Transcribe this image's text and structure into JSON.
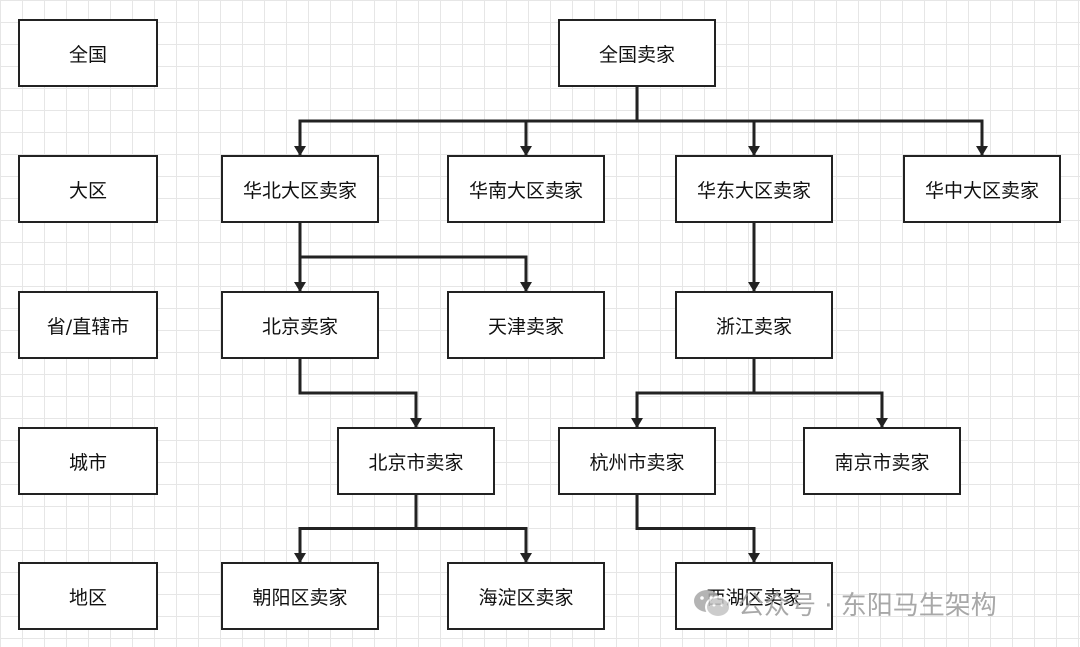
{
  "levels": {
    "national": "全国",
    "region": "大区",
    "province": "省/直辖市",
    "city": "城市",
    "district": "地区"
  },
  "nodes": {
    "national_seller": "全国卖家",
    "north_china": "华北大区卖家",
    "south_china": "华南大区卖家",
    "east_china": "华东大区卖家",
    "central_china": "华中大区卖家",
    "beijing": "北京卖家",
    "tianjin": "天津卖家",
    "zhejiang": "浙江卖家",
    "beijing_city": "北京市卖家",
    "hangzhou_city": "杭州市卖家",
    "nanjing_city": "南京市卖家",
    "chaoyang": "朝阳区卖家",
    "haidian": "海淀区卖家",
    "xihu": "西湖区卖家"
  },
  "edges": [
    [
      "national_seller",
      "north_china"
    ],
    [
      "national_seller",
      "south_china"
    ],
    [
      "national_seller",
      "east_china"
    ],
    [
      "national_seller",
      "central_china"
    ],
    [
      "north_china",
      "beijing"
    ],
    [
      "north_china",
      "tianjin"
    ],
    [
      "east_china",
      "zhejiang"
    ],
    [
      "beijing",
      "beijing_city"
    ],
    [
      "zhejiang",
      "hangzhou_city"
    ],
    [
      "zhejiang",
      "nanjing_city"
    ],
    [
      "beijing_city",
      "chaoyang"
    ],
    [
      "beijing_city",
      "haidian"
    ],
    [
      "hangzhou_city",
      "xihu"
    ]
  ],
  "watermark": {
    "text": "公众号 · 东阳马生架构",
    "icon": "wechat-logo-icon"
  },
  "colors": {
    "line": "#222222",
    "grid": "#e6e6e6",
    "watermark": "#9a9a9a"
  }
}
